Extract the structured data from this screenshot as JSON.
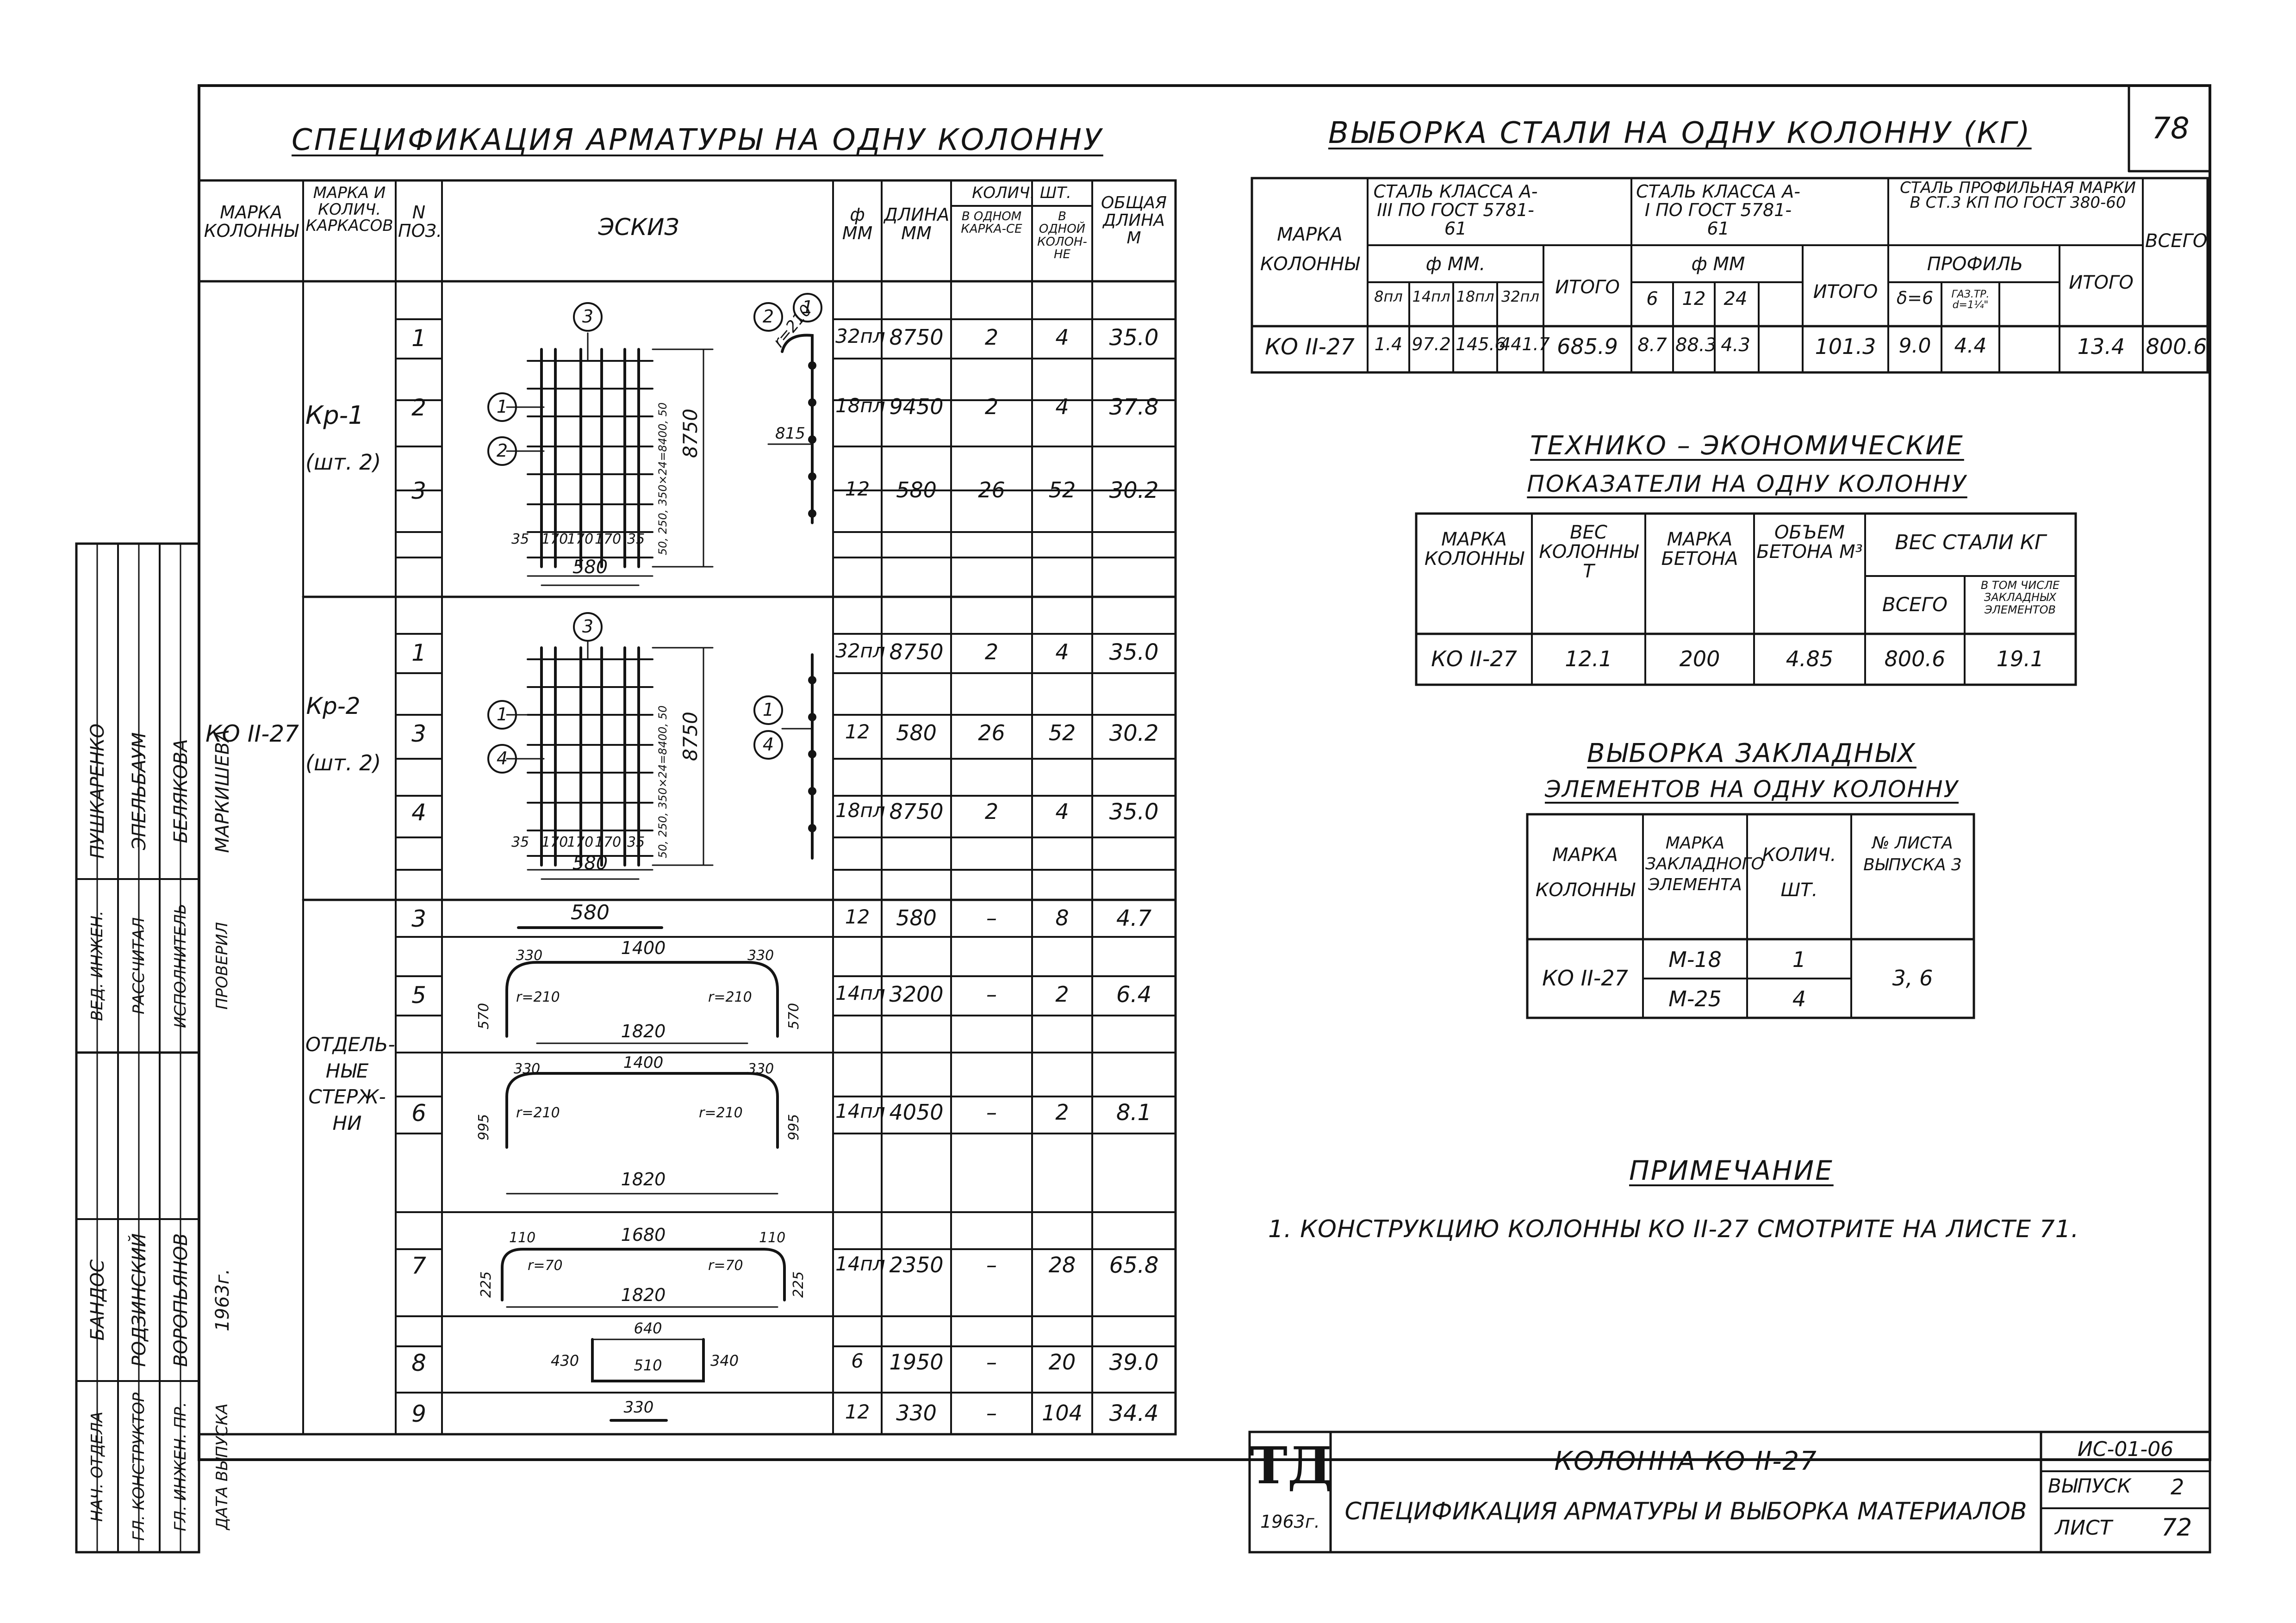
{
  "sheet_number": "78",
  "spec": {
    "title": "СПЕЦИФИКАЦИЯ АРМАТУРЫ НА ОДНУ КОЛОННУ",
    "headers": {
      "col_marka": "МАРКА КОЛОННЫ",
      "frame_marka": "МАРКА И КОЛИЧ. КАРКАСОВ",
      "pos": "N ПОЗ.",
      "sketch": "ЭСКИЗ",
      "dia": "ф ММ",
      "length": "ДЛИНА ММ",
      "qty": "КОЛИЧ. ШТ.",
      "qty_frame": "В ОДНОМ КАРКА-СЕ",
      "qty_col": "В ОДНОЙ КОЛОН-НЕ",
      "total_len": "ОБЩАЯ ДЛИНА М"
    },
    "column_mark": "КО II-27",
    "groups": [
      {
        "label": "Кр-1",
        "sub": "(шт. 2)"
      },
      {
        "label": "Кр-2",
        "sub": "(шт. 2)"
      },
      {
        "label": "ОТДЕЛЬ-НЫЕ СТЕРЖ-НИ",
        "sub": ""
      }
    ],
    "rows": [
      {
        "pos": "1",
        "dia": "32пл",
        "len": "8750",
        "qf": "2",
        "qc": "4",
        "tl": "35.0"
      },
      {
        "pos": "2",
        "dia": "18пл",
        "len": "9450",
        "qf": "2",
        "qc": "4",
        "tl": "37.8"
      },
      {
        "pos": "3",
        "dia": "12",
        "len": "580",
        "qf": "26",
        "qc": "52",
        "tl": "30.2"
      },
      {
        "pos": "1",
        "dia": "32пл",
        "len": "8750",
        "qf": "2",
        "qc": "4",
        "tl": "35.0"
      },
      {
        "pos": "3",
        "dia": "12",
        "len": "580",
        "qf": "26",
        "qc": "52",
        "tl": "30.2"
      },
      {
        "pos": "4",
        "dia": "18пл",
        "len": "8750",
        "qf": "2",
        "qc": "4",
        "tl": "35.0"
      },
      {
        "pos": "3",
        "dia": "12",
        "len": "580",
        "qf": "–",
        "qc": "8",
        "tl": "4.7"
      },
      {
        "pos": "5",
        "dia": "14пл",
        "len": "3200",
        "qf": "–",
        "qc": "2",
        "tl": "6.4"
      },
      {
        "pos": "6",
        "dia": "14пл",
        "len": "4050",
        "qf": "–",
        "qc": "2",
        "tl": "8.1"
      },
      {
        "pos": "7",
        "dia": "14пл",
        "len": "2350",
        "qf": "–",
        "qc": "28",
        "tl": "65.8"
      },
      {
        "pos": "8",
        "dia": "6",
        "len": "1950",
        "qf": "–",
        "qc": "20",
        "tl": "39.0"
      },
      {
        "pos": "9",
        "dia": "12",
        "len": "330",
        "qf": "–",
        "qc": "104",
        "tl": "34.4"
      }
    ],
    "sketch_labels": {
      "frame1_dims": [
        "35",
        "170",
        "170",
        "170",
        "35",
        "580"
      ],
      "frame_height": "8750",
      "frame_spacing": "50, 250, 350×24=8400, 50",
      "hook_r": "r=210",
      "hook_len": "815",
      "circles_frame1": [
        "3",
        "1",
        "2",
        "2",
        "1"
      ],
      "circles_frame2": [
        "3",
        "1",
        "4",
        "1",
        "4"
      ],
      "bar3_len": "580",
      "bar5": [
        "1400",
        "330",
        "330",
        "570",
        "570",
        "r=210",
        "r=210",
        "1820"
      ],
      "bar6": [
        "1400",
        "330",
        "330",
        "995",
        "995",
        "r=210",
        "r=210",
        "1820"
      ],
      "bar7": [
        "1680",
        "110",
        "110",
        "225",
        "225",
        "r=70",
        "r=70",
        "1820"
      ],
      "bar8": [
        "640",
        "430",
        "340",
        "510"
      ],
      "bar9": "330"
    }
  },
  "steel": {
    "title": "ВЫБОРКА СТАЛИ НА ОДНУ КОЛОННУ (КГ)",
    "headers": {
      "marka": "МАРКА КОЛОННЫ",
      "a3": "СТАЛЬ КЛАССА А-III ПО ГОСТ 5781-61",
      "a1": "СТАЛЬ КЛАССА А-I ПО ГОСТ 5781-61",
      "prof": "СТАЛЬ ПРОФИЛЬНАЯ МАРКИ В СТ.3 КП ПО ГОСТ 380-60",
      "total": "ВСЕГО",
      "phi_mm": "ф ММ.",
      "phi_mm2": "ф ММ",
      "itogo": "ИТОГО",
      "profil": "ПРОФИЛЬ",
      "a3_d": [
        "8пл",
        "14пл",
        "18пл",
        "32пл"
      ],
      "a1_d": [
        "6",
        "12",
        "24",
        ""
      ],
      "prof_d": [
        "δ=6",
        "ГАЗ.ТР. d=1¼\"",
        ""
      ]
    },
    "row": {
      "marka": "КО II-27",
      "a3": [
        "1.4",
        "97.2",
        "145.6",
        "441.7"
      ],
      "a3_total": "685.9",
      "a1": [
        "8.7",
        "88.3",
        "4.3",
        ""
      ],
      "a1_total": "101.3",
      "prof": [
        "9.0",
        "4.4",
        ""
      ],
      "prof_total": "13.4",
      "total": "800.6"
    }
  },
  "tech": {
    "title1": "ТЕХНИКО – ЭКОНОМИЧЕСКИЕ",
    "title2": "ПОКАЗАТЕЛИ НА ОДНУ КОЛОННУ",
    "headers": {
      "marka": "МАРКА КОЛОННЫ",
      "weight": "ВЕС КОЛОННЫ Т",
      "concrete": "МАРКА БЕТОНА",
      "volume": "ОБЪЕМ БЕТОНА М³",
      "steel": "ВЕС СТАЛИ КГ",
      "all": "ВСЕГО",
      "embedded": "В ТОМ ЧИСЛЕ ЗАКЛАДНЫХ ЭЛЕМЕНТОВ"
    },
    "row": {
      "marka": "КО II-27",
      "weight": "12.1",
      "concrete": "200",
      "volume": "4.85",
      "all": "800.6",
      "embedded": "19.1"
    }
  },
  "embedded": {
    "title1": "ВЫБОРКА ЗАКЛАДНЫХ",
    "title2": "ЭЛЕМЕНТОВ НА ОДНУ КОЛОННУ",
    "headers": {
      "marka": "МАРКА КОЛОННЫ",
      "element": "МАРКА ЗАКЛАДНОГО ЭЛЕМЕНТА",
      "qty": "КОЛИЧ. ШТ.",
      "sheet": "№ ЛИСТА ВЫПУСКА 3"
    },
    "marka": "КО II-27",
    "rows": [
      {
        "element": "М-18",
        "qty": "1"
      },
      {
        "element": "М-25",
        "qty": "4"
      }
    ],
    "sheet": "3, 6"
  },
  "note": {
    "title": "ПРИМЕЧАНИЕ",
    "text": "1. КОНСТРУКЦИЮ КОЛОННЫ КО II-27 СМОТРИТЕ НА ЛИСТЕ 71."
  },
  "title_block": {
    "logo": "ТД",
    "logo_year": "1963г.",
    "name": "КОЛОННА КО II-27",
    "desc": "СПЕЦИФИКАЦИЯ АРМАТУРЫ И ВЫБОРКА МАТЕРИАЛОВ",
    "code": "ИС-01-06",
    "issue_label": "ВЫПУСК",
    "issue": "2",
    "sheet_label": "ЛИСТ",
    "sheet": "72"
  },
  "side_stamp": {
    "rows": [
      [
        "НАЧ. ОТДЕЛА",
        "БАНДОС"
      ],
      [
        "ГЛ. КОНСТРУКТОР",
        "РОДЗИНСКИЙ"
      ],
      [
        "ГЛ. ИНЖЕН. ПР.",
        "ВОРОПЬЯНОВ"
      ],
      [
        "ДАТА ВЫПУСКА",
        "1963г."
      ],
      [
        "ВЕД. ИНЖЕН.",
        "ПУШКАРЕНКО"
      ],
      [
        "РАССЧИТАЛ",
        "ЭПЕЛЬБАУМ"
      ],
      [
        "ИСПОЛНИТЕЛЬ",
        "БЕЛЯКОВА"
      ],
      [
        "ПРОВЕРИЛ",
        "МАРКИШЕВА"
      ]
    ]
  }
}
